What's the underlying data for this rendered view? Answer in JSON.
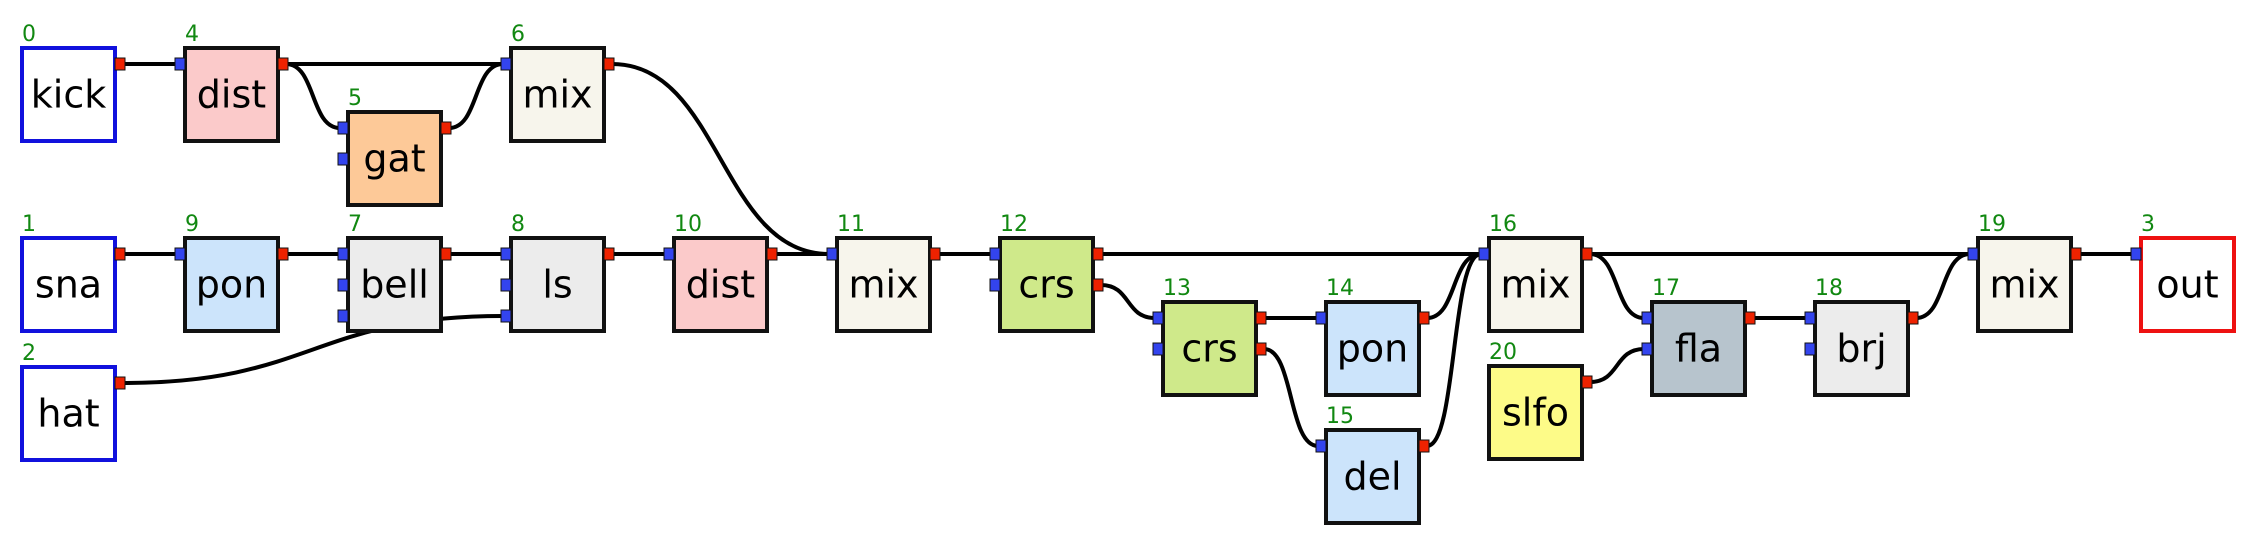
{
  "colors": {
    "wire": "#000000",
    "id_text": "#118811",
    "input_port": "#3344ee",
    "output_port": "#ee2200",
    "io_border": "#1111dd",
    "out_border": "#ee1111"
  },
  "nodes": [
    {
      "id": "0",
      "label": "kick",
      "kind": "io-input",
      "fill": "#ffffff",
      "inputs": 0,
      "outputs": 1
    },
    {
      "id": "1",
      "label": "sna",
      "kind": "io-input",
      "fill": "#ffffff",
      "inputs": 0,
      "outputs": 1
    },
    {
      "id": "2",
      "label": "hat",
      "kind": "io-input",
      "fill": "#ffffff",
      "inputs": 0,
      "outputs": 1
    },
    {
      "id": "4",
      "label": "dist",
      "kind": "module",
      "fill": "#fbcaca",
      "inputs": 1,
      "outputs": 1
    },
    {
      "id": "5",
      "label": "gat",
      "kind": "module",
      "fill": "#fdc998",
      "inputs": 2,
      "outputs": 1
    },
    {
      "id": "6",
      "label": "mix",
      "kind": "module",
      "fill": "#f7f5ec",
      "inputs": 1,
      "outputs": 1
    },
    {
      "id": "9",
      "label": "pon",
      "kind": "module",
      "fill": "#cce4fb",
      "inputs": 1,
      "outputs": 1
    },
    {
      "id": "7",
      "label": "bell",
      "kind": "module",
      "fill": "#ececec",
      "inputs": 3,
      "outputs": 1
    },
    {
      "id": "8",
      "label": "ls",
      "kind": "module",
      "fill": "#ececec",
      "inputs": 3,
      "outputs": 1
    },
    {
      "id": "10",
      "label": "dist",
      "kind": "module",
      "fill": "#fbcaca",
      "inputs": 1,
      "outputs": 1
    },
    {
      "id": "11",
      "label": "mix",
      "kind": "module",
      "fill": "#f7f5ec",
      "inputs": 1,
      "outputs": 1
    },
    {
      "id": "12",
      "label": "crs",
      "kind": "module",
      "fill": "#cfe98a",
      "inputs": 2,
      "outputs": 2
    },
    {
      "id": "13",
      "label": "crs",
      "kind": "module",
      "fill": "#cfe98a",
      "inputs": 2,
      "outputs": 2
    },
    {
      "id": "14",
      "label": "pon",
      "kind": "module",
      "fill": "#cce4fb",
      "inputs": 1,
      "outputs": 1
    },
    {
      "id": "15",
      "label": "del",
      "kind": "module",
      "fill": "#cce4fb",
      "inputs": 1,
      "outputs": 1
    },
    {
      "id": "16",
      "label": "mix",
      "kind": "module",
      "fill": "#f7f5ec",
      "inputs": 1,
      "outputs": 1
    },
    {
      "id": "20",
      "label": "slfo",
      "kind": "module",
      "fill": "#fdfb88",
      "inputs": 0,
      "outputs": 1
    },
    {
      "id": "17",
      "label": "fla",
      "kind": "module",
      "fill": "#b7c4cd",
      "inputs": 2,
      "outputs": 1
    },
    {
      "id": "18",
      "label": "brj",
      "kind": "module",
      "fill": "#ececec",
      "inputs": 2,
      "outputs": 1
    },
    {
      "id": "19",
      "label": "mix",
      "kind": "module",
      "fill": "#f7f5ec",
      "inputs": 1,
      "outputs": 1
    },
    {
      "id": "3",
      "label": "out",
      "kind": "io-output",
      "fill": "#ffffff",
      "inputs": 1,
      "outputs": 0
    }
  ],
  "edges": [
    {
      "from": "0",
      "out": 0,
      "to": "4",
      "in": 0
    },
    {
      "from": "4",
      "out": 0,
      "to": "6",
      "in": 0
    },
    {
      "from": "4",
      "out": 0,
      "to": "5",
      "in": 0
    },
    {
      "from": "5",
      "out": 0,
      "to": "6",
      "in": 0
    },
    {
      "from": "6",
      "out": 0,
      "to": "11",
      "in": 0
    },
    {
      "from": "1",
      "out": 0,
      "to": "9",
      "in": 0
    },
    {
      "from": "9",
      "out": 0,
      "to": "7",
      "in": 0
    },
    {
      "from": "7",
      "out": 0,
      "to": "8",
      "in": 0
    },
    {
      "from": "2",
      "out": 0,
      "to": "8",
      "in": 2
    },
    {
      "from": "8",
      "out": 0,
      "to": "10",
      "in": 0
    },
    {
      "from": "8",
      "out": 0,
      "to": "11",
      "in": 0
    },
    {
      "from": "10",
      "out": 0,
      "to": "11",
      "in": 0
    },
    {
      "from": "11",
      "out": 0,
      "to": "12",
      "in": 0
    },
    {
      "from": "12",
      "out": 0,
      "to": "16",
      "in": 0
    },
    {
      "from": "12",
      "out": 1,
      "to": "13",
      "in": 0
    },
    {
      "from": "13",
      "out": 0,
      "to": "14",
      "in": 0
    },
    {
      "from": "13",
      "out": 1,
      "to": "15",
      "in": 0
    },
    {
      "from": "14",
      "out": 0,
      "to": "16",
      "in": 0
    },
    {
      "from": "15",
      "out": 0,
      "to": "16",
      "in": 0
    },
    {
      "from": "16",
      "out": 0,
      "to": "19",
      "in": 0
    },
    {
      "from": "16",
      "out": 0,
      "to": "17",
      "in": 0
    },
    {
      "from": "20",
      "out": 0,
      "to": "17",
      "in": 1
    },
    {
      "from": "17",
      "out": 0,
      "to": "18",
      "in": 0
    },
    {
      "from": "18",
      "out": 0,
      "to": "19",
      "in": 0
    },
    {
      "from": "19",
      "out": 0,
      "to": "3",
      "in": 0
    }
  ]
}
